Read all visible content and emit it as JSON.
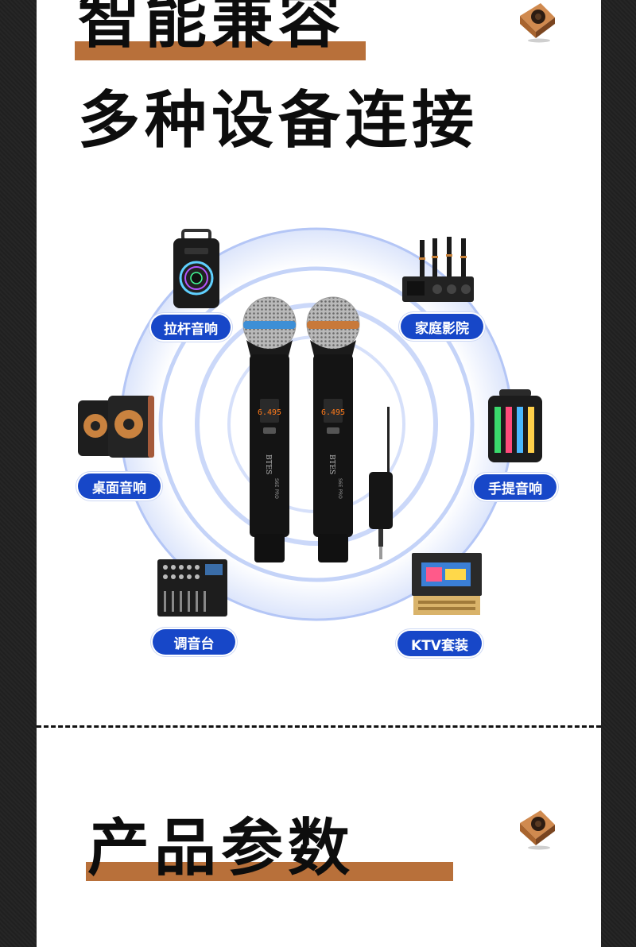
{
  "headings": {
    "title_line1": "智能兼容",
    "title_line2": "多种设备连接",
    "params_title": "产品参数"
  },
  "devices": [
    {
      "label": "拉杆音响",
      "icon": "trolley-speaker-icon"
    },
    {
      "label": "家庭影院",
      "icon": "home-theater-icon"
    },
    {
      "label": "桌面音响",
      "icon": "desktop-speakers-icon"
    },
    {
      "label": "手提音响",
      "icon": "portable-speaker-icon"
    },
    {
      "label": "调音台",
      "icon": "mixing-console-icon"
    },
    {
      "label": "KTV套装",
      "icon": "ktv-set-icon"
    }
  ],
  "microphone": {
    "brand": "BTES",
    "model": "S6E PRO",
    "display": "6.495"
  },
  "colors": {
    "accent_bar": "#b8703a",
    "pill_blue": "#1747c8",
    "ring_blue": "#6f8ff0"
  }
}
